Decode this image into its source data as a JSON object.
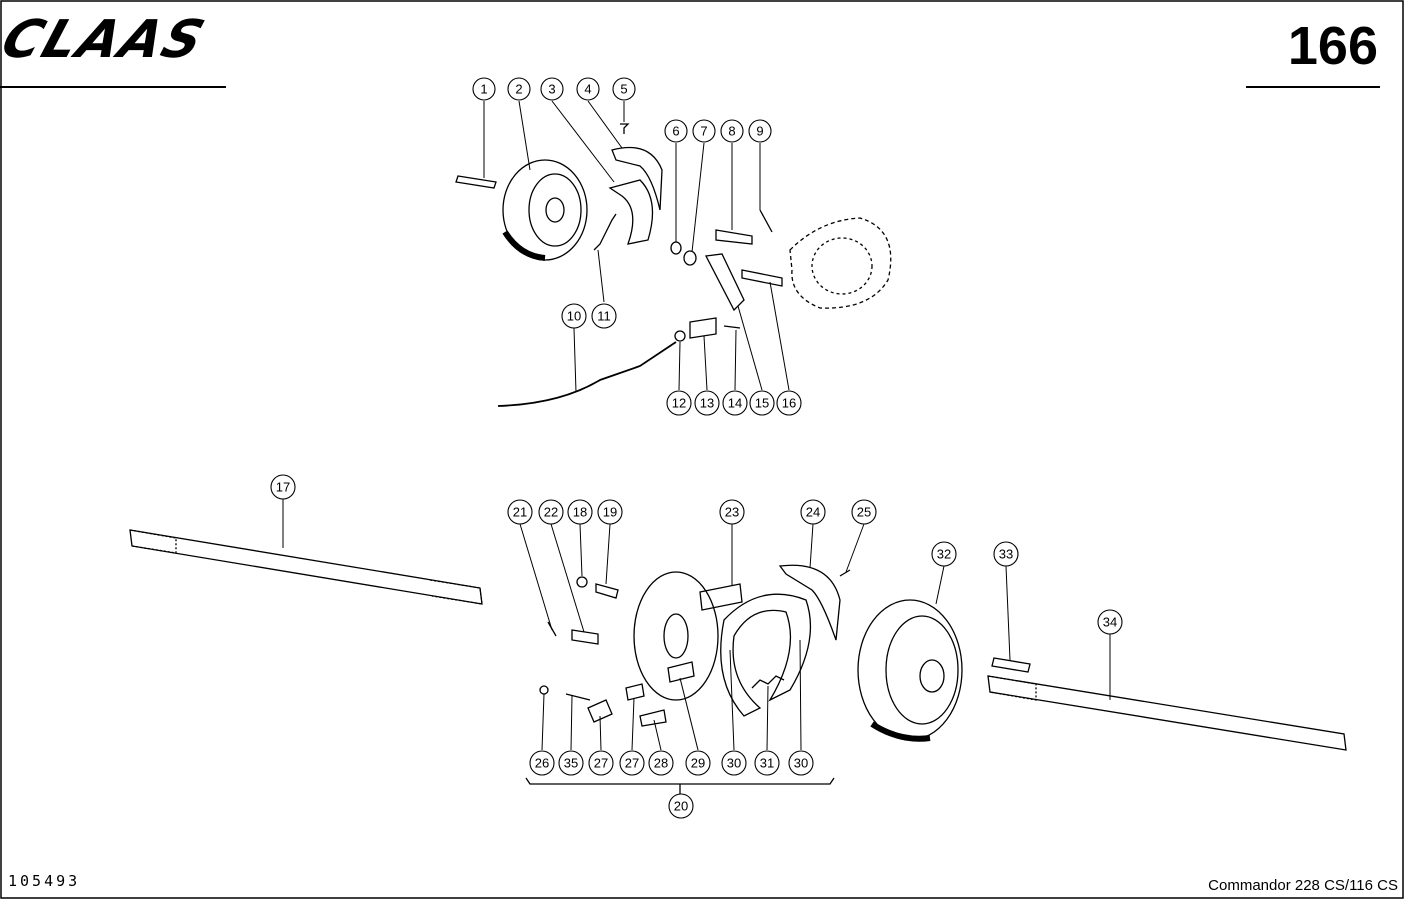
{
  "header": {
    "logo_text": "CLAAS",
    "page_number": "166"
  },
  "footer": {
    "document_number": "105493",
    "model": "Commandor 228 CS/116 CS"
  },
  "callouts": [
    "1",
    "2",
    "3",
    "4",
    "5",
    "6",
    "7",
    "8",
    "9",
    "10",
    "11",
    "12",
    "13",
    "14",
    "15",
    "16",
    "17",
    "18",
    "19",
    "20",
    "21",
    "22",
    "23",
    "24",
    "25",
    "26",
    "35",
    "27",
    "27",
    "28",
    "29",
    "30",
    "31",
    "30",
    "32",
    "33",
    "34"
  ]
}
